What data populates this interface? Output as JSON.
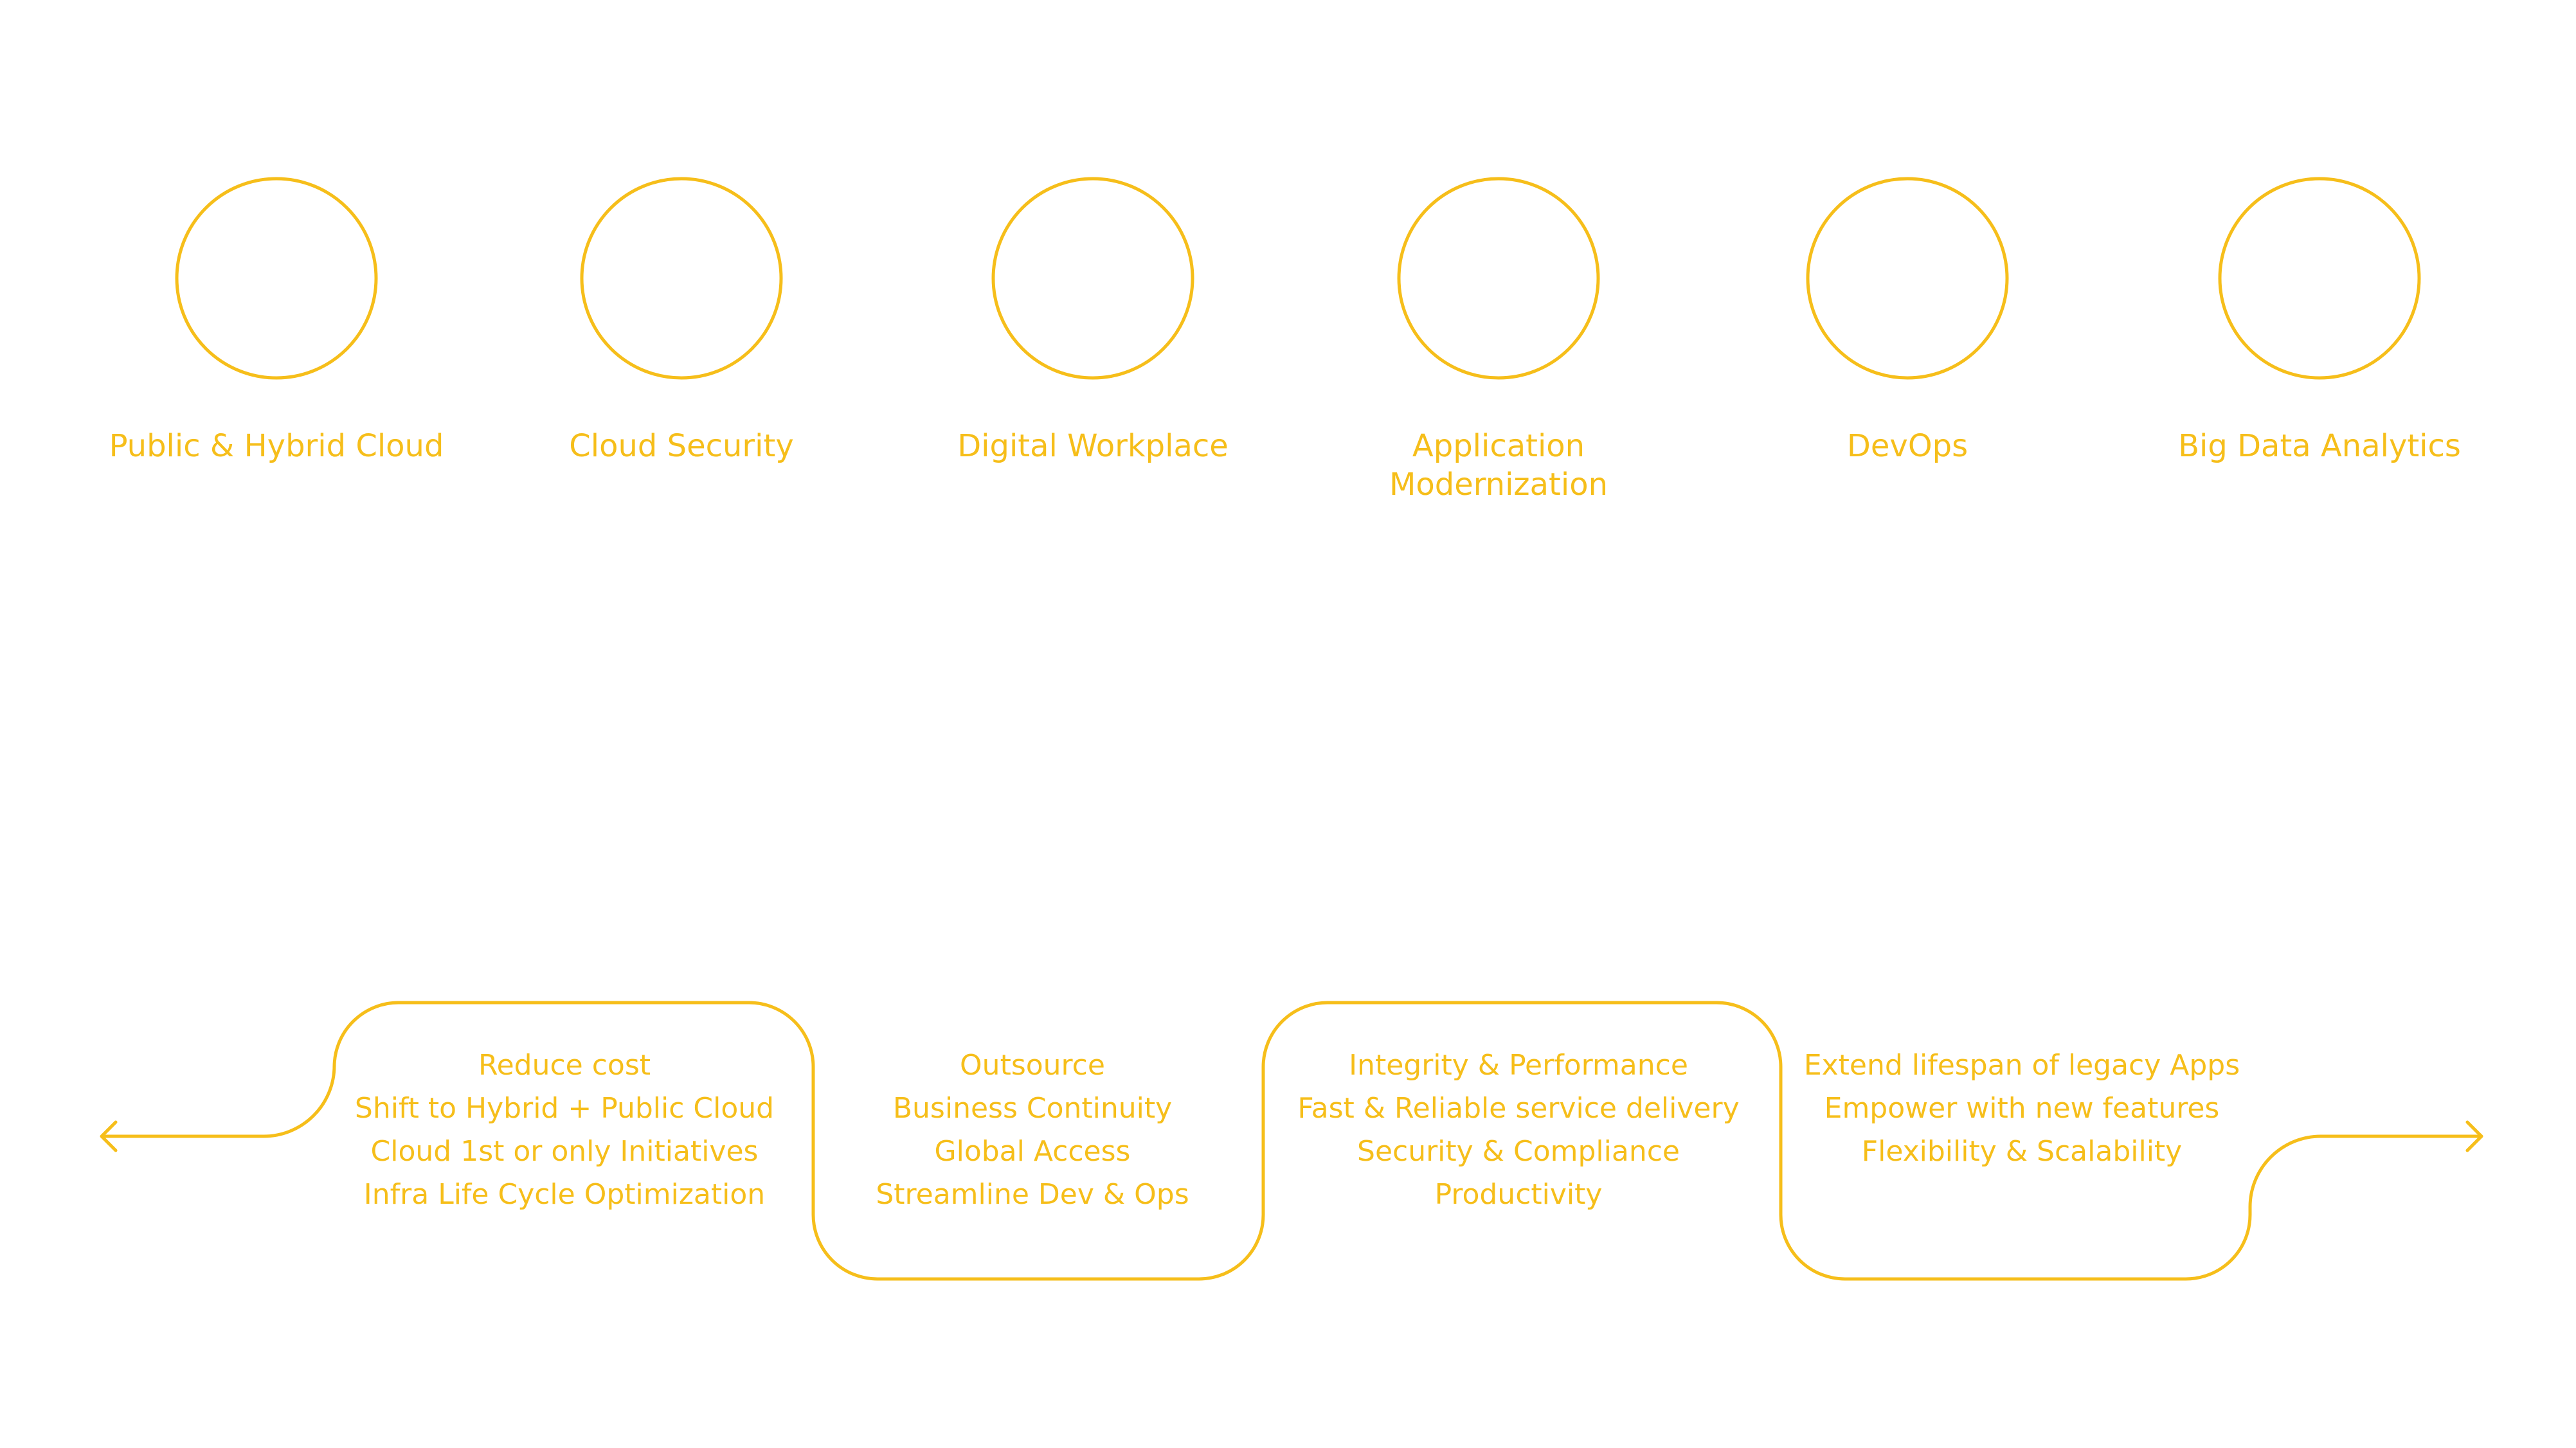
{
  "theme": {
    "accent": "#F6BE1A"
  },
  "services": [
    {
      "label": "Public & Hybrid Cloud"
    },
    {
      "label": "Cloud Security"
    },
    {
      "label": "Digital Workplace"
    },
    {
      "label": "Application",
      "label2": "Modernization"
    },
    {
      "label": "DevOps"
    },
    {
      "label": "Big Data Analytics"
    }
  ],
  "benefits": [
    {
      "lines": [
        "Reduce cost",
        "Shift to Hybrid + Public Cloud",
        "Cloud 1st or only Initiatives",
        "Infra Life Cycle Optimization"
      ]
    },
    {
      "lines": [
        "Outsource",
        "Business Continuity",
        "Global Access",
        "Streamline Dev & Ops"
      ]
    },
    {
      "lines": [
        "Integrity & Performance",
        "Fast & Reliable service delivery",
        "Security & Compliance",
        "Productivity"
      ]
    },
    {
      "lines": [
        "Extend lifespan of legacy Apps",
        "Empower with new features",
        "Flexibility & Scalability"
      ]
    }
  ]
}
